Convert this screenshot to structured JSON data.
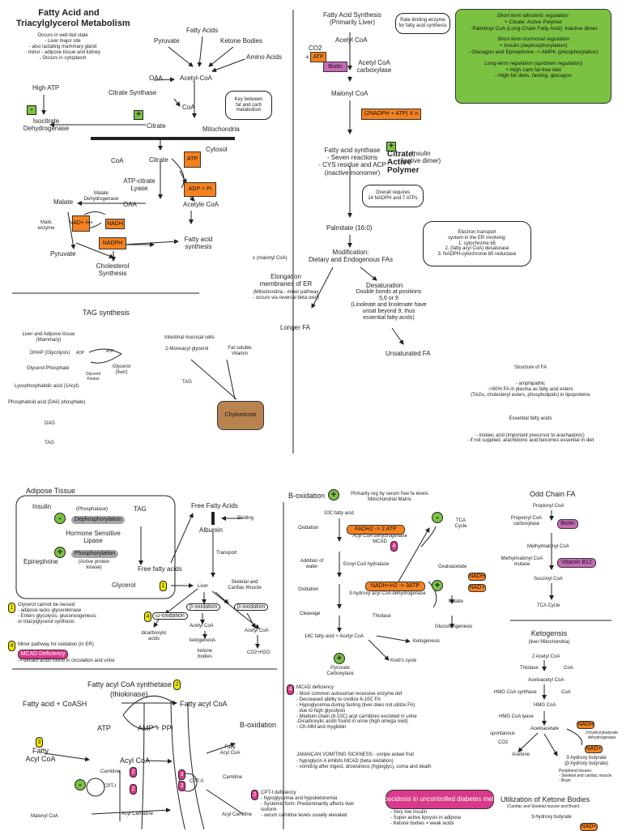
{
  "title": {
    "line1": "Fatty Acid and",
    "line2": "Triacylglycerol Metabolism"
  },
  "intro": [
    "Occurs in well-fed state",
    "- Liver major site",
    "- also lactating mammary gland",
    "- minor - adipose tissue and kidney",
    "- Occurs in cytoplasm"
  ],
  "fa_synthesis_top": {
    "fatty_acids": "Fatty Acids",
    "pyruvate": "Pyruvate",
    "ketone_bodies": "Ketone Bodies",
    "amino_acids": "Amino Acids",
    "acetyl_coa": "Acetyl-CoA",
    "oaa": "OAA",
    "citrate_synthase": "Citrate Synthase",
    "coa": "CoA",
    "citrate": "Citrate",
    "high_atp": "High ATP",
    "icdh": "Isocitrate\nDehydrogenase",
    "mitochondria": "Mitochondria",
    "callout": "Key between\nfat and carb\nmetabolism",
    "minus": "-",
    "plus": "+"
  },
  "cytosol": {
    "label": "Cytosol",
    "coa": "CoA",
    "citrate": "Citrate",
    "atp": "ATP",
    "lyase": "ATP-citrate\nLyase",
    "adp_pi": "ADP + Pi",
    "oaa": "OAA",
    "acetyl_coa": "Acetyle CoA",
    "malate": "Malate",
    "malate_dh": "Malate\nDehydrogenase",
    "nad_h": "NAD+\nH+",
    "nadh": "NADH",
    "malic_enzyme": "Malic\nenzyme",
    "pyruvate": "Pyruvate",
    "nadph": "NADPH",
    "cholesterol": "Cholesterol\nSynthesis",
    "fatty_acid_synthesis": "Fatty acid\nsynthesis"
  },
  "fas_column": {
    "title": "Fatty Acid Synthesis\n(Primarily Liver)",
    "rate_callout": "Rate limiting enzyme\nfor fatty acid synthesis",
    "acetyl_coa": "Acetyl CoA",
    "co2": "CO2",
    "atp": "ATP",
    "plus": "+",
    "biotin": "Biotin",
    "acc": "Acetyl CoA\ncarboxylase",
    "malonyl_coa": "Malonyl CoA",
    "nadph_atp": "(2NADPH + ATP) X n",
    "fas": "Fatty acid synthase\n- Seven reactions\n- CYS residue and ACP\n(inactive monomer)",
    "insulin": "Insulin\n(active dimer)",
    "overall": "Overall requires\n14 NADPH and 7 ATPs",
    "palmitate": "Palmitate (16:0)",
    "modification": "Modification:\nDietary and Endogenous FAs",
    "x_malonyl": "x (malonyl CoA)",
    "elongation": "Elongation\nmembranes of ER",
    "elongation_sub": "(Mitochondria - minor pathway\n- occurs via reversal beta oxid)",
    "longer_fa": "Longer FA",
    "electron_callout": "Electron transport\nsystem in the ER involving:\n1. cytochrome b5\n2. (fatty acyl CoA) desaturase\n3. NADPH-cytochrome b5 reductase",
    "desaturation": "Desaturation",
    "desat_detail": "Double bonds at positions\n5,6 or 9\n(Linoleate and linolenate have\nunsat beyond 9, thus\nessential fatty acids)",
    "unsaturated": "Unsaturated FA"
  },
  "regulation_box": {
    "short_allo_title": "Short term allosteric regulation:",
    "short_allo_1": "+ Citrate: Active Polymer",
    "short_allo_2": "- Palmitoyl CoA (Long-Chain Fatty Acid): inactive dimer",
    "short_horm_title": "Short term hormonal regulation",
    "short_horm_1": "+ Insulin (dephosphorylation)",
    "short_horm_2": "- Glucagon and Epinephrine -> AMPK (phosphorylation)",
    "long_title": "Long-term regulation (up/down regulation)",
    "long_1": "+ High carb fat-free diet",
    "long_2": "- High-fat diets, fasting, glucagon"
  },
  "tag": {
    "title": "TAG synthesis",
    "liver_adipose": "Liver and Adipose tissue\n(Mammary)",
    "dhap": "DHAP (Glycolysis)",
    "adp": "ADP",
    "atp": "ATP",
    "g3p": "Glycerol Phosphate",
    "glycerol": "Glycerol\n(liver)",
    "gk": "Glycerol\nKinase",
    "lpa": "Lysophosphatidic acid (1Acyl)",
    "pa": "Phosphaticid acid (DAG phosphate)",
    "dag": "DAG",
    "tag": "TAG",
    "intestinal": "Intestinal mucosal cells",
    "mag": "2-Monoacyl glycerol",
    "fsv": "Fat soluble\nVitamin",
    "tag2": "TAG",
    "chylomicron": "Chylomicron"
  },
  "structure": {
    "title": "Structure of FA",
    "lines": "- amphipathic\n->90% FA in plasma as fatty acid esters\n(TAGs, cholesteryl esters, phospholipids) in lipoproteins",
    "ess_title": "Essential fatty acids",
    "ess_lines": "- linoleic acid (important precursor to arachadonic)\n- If not supplied, arachidonic acid becomes essential in diet"
  },
  "adipose": {
    "title": "Adipose Tissue",
    "insulin": "Insulin",
    "phosphatase": "(Phosphatase)",
    "dephos": "Dephosphorylation",
    "tag": "TAG",
    "hsl": "Hormone Sensitive\nLipase",
    "epinephrine": "Epinephrine",
    "phos": "Phosphorylation",
    "pka": "(Active protein\nkinase)",
    "ffa_in": "Free fatty acids",
    "glycerol": "Glycerol",
    "ffa": "Free Fatty Acids",
    "binding": "Binding",
    "albumin": "Albumin",
    "transport": "Transport",
    "liver": "Liver",
    "muscle": "Skeletal and\nCardiac Muscle",
    "omega": "ω-oxidation",
    "beta": "β-oxidation",
    "beta2": "β-oxidation",
    "dicarb": "dicarboxylic\nacids",
    "acetyl1": "Acetyl CoA",
    "ketogenesis": "ketogenesis",
    "ketone": "ketone\nbodies",
    "acetyl2": "Acetyl CoA",
    "co2h2o": "CO2+H2O",
    "note1": "Glycerol cannot be reused\n- adipose lacks glycerokinase\n- Enters glycolysis, gluconeogenesis\nor triacylglycerol synthesis",
    "note4": "Minor pathway for oxidation (in ER)",
    "mcad_def": "MCAD Deficiency",
    "note4b": "-> decarb acids found in circulation and urine",
    "n1": "1",
    "n4": "4",
    "minus": "-",
    "plus": "+"
  },
  "beta_ox": {
    "title": "B-oxidation",
    "reg": "Primarily reg by serum free fa levels\nMitochondrial Matrix",
    "c10": "10C fatty acid",
    "oxidation": "Oxidation",
    "fadh2": "FADH2 -> 2 ATP",
    "acd": "Acyl CoA dehydrogenase\nMCAD",
    "tca": "TCA\nCycle",
    "addition": "Addition of\nwater",
    "ech": "Enoyl CoA hydratase",
    "oxidation2": "Oxidation",
    "nadh": "NADH+H2 -> 3ATP",
    "hacd": "3-hydroxy acyl CoA dehydrogenase",
    "oaa": "Oxaloacetate",
    "nadh_s": "NADH",
    "nad_s": "NAD+",
    "malate": "Malate",
    "cleavage": "Cleavage",
    "thiolase": "Thiolase",
    "gng": "Gluconeogenesis",
    "c14": "14C fatty acid + Acetyl CoA",
    "ketogenesis": "Ketogenesis",
    "krebs": "Kreb's cycle",
    "pc": "Pyruvate\nCarboxylase",
    "n4": "4",
    "plus": "+",
    "minus": "-"
  },
  "odd_chain": {
    "title": "Odd Chain FA",
    "prop": "Propionyl CoA",
    "pcc": "Propionyl CoA\ncarboxylase",
    "biotin": "Biotin",
    "mm": "Methylmalonyl CoA",
    "mmm": "Methylmalonyl CoA\nmutase",
    "b12": "Vitamin B12",
    "succ": "Succinyl CoA",
    "tca": "TCA Cycle"
  },
  "ketogenesis": {
    "title": "Ketogensis",
    "sub": "(liver Mitochondria)",
    "a2": "2 Acetyl CoA",
    "thiolase": "Thiolase",
    "coa1": "CoA",
    "aa": "Acetoacetyl CoA",
    "hmgs": "HMG CoA synthase",
    "coa2": "CoA",
    "hmg": "HMG CoA",
    "hmgl": "HMG CoA lyase",
    "acetoacetate": "Acetoacetate",
    "spont": "spontanous",
    "co2": "CO2",
    "acetone": "Acetone",
    "nadh": "NADH",
    "nad": "NAD+",
    "bhd": "3-hydroxybutyrate\ndehydrogenase",
    "bhb": "3-hydroxy butyrate\n(β-hydroxy butyrate)",
    "periph": "Peripheral tissues:\n- Skeletal and cardiac muscle\n- Brain"
  },
  "carnitine": {
    "facs": "Fatty acyl CoA synthetase",
    "thio": "(thiokinase)",
    "fa_coash": "Fatty acid + CoASH",
    "fac": "Fatty acyl CoA",
    "atp": "ATP",
    "amp": "AMP + PPi",
    "beta": "B-oxidation",
    "fac_left": "Fatty\nAcyl CoA",
    "acyl1": "Acyl CoA",
    "carnitine1": "Carnitine",
    "cpt1": "CPT-I",
    "acylcarn1": "Acyl Carnatine",
    "malonyl": "Malonyl CoA",
    "fac_right": "Fatty\nAcyl CoA",
    "cpt2": "CPT-II",
    "carnitine2": "Carnitine",
    "acylcarn2": "Acyl Carnitine",
    "n2": "2",
    "n3": "3",
    "n2b": "2",
    "n3b": "3",
    "minus": "-"
  },
  "mcad": {
    "title": "MCAD deficiency",
    "lines": "- Most common autosomal recessive enzyme def\n- Decreased ability to oxidize 6-10C FA\n- Hypoglycemia during fasting (liver does not utilize FA)\n  due to high glycolysis\n- Medium chain (8-10C) acyl carnitines excreted in urine\n-Dicarboxylic acids found in urine (high omega oxid)\n- CK-MM and myglobin",
    "jvs_title": "JAMAICAN VOMITING SICKNESS - unripe ackee fruit",
    "jvs_lines": "- hypoglycin A inhibits MCAD (beta oxidation)\n- vomiting after ingest, drowsiness (hypoglyc), coma and death",
    "n4": "4"
  },
  "cpt_def": {
    "n2": "2",
    "lines": "CPT-I deficiency\n- hypoglycemia and hypoketonemia\n- Systemic form: Predominantly affects liver\nisoform\n- serum carnitine levels usually elevated"
  },
  "ketoacidosis": {
    "title": "Ketoacidosis in uncontrolled diabetes\nmellitus",
    "lines": "- Very low insulin\n- Super active lipoysis in adipose\n- Ketone bodies = weak acids"
  },
  "ketone_util": {
    "title": "Utilization of Ketone Bodies",
    "sub": "(Cardiac and Skeletal muscle and Brain)",
    "bhb": "3-hydroxy butyrate",
    "nad": "NAD+"
  }
}
